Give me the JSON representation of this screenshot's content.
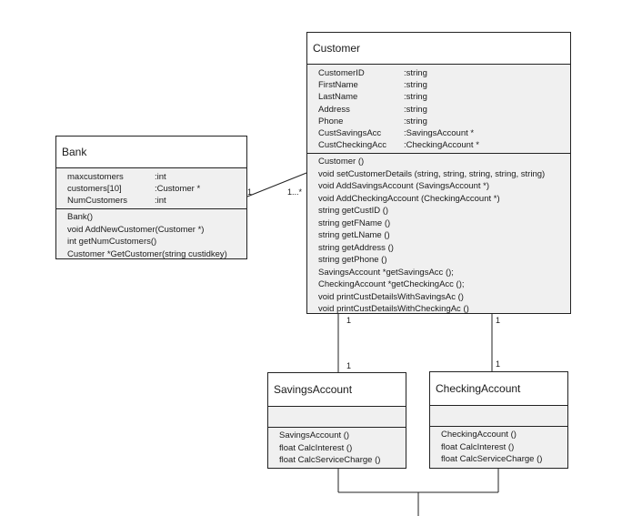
{
  "customer": {
    "title": "Customer",
    "attributes": [
      {
        "name": "CustomerID",
        "type": ":string"
      },
      {
        "name": "FirstName",
        "type": ":string"
      },
      {
        "name": "LastName",
        "type": ":string"
      },
      {
        "name": "Address",
        "type": ":string"
      },
      {
        "name": "Phone",
        "type": ":string"
      },
      {
        "name": "CustSavingsAcc",
        "type": ":SavingsAccount *"
      },
      {
        "name": "CustCheckingAcc",
        "type": ":CheckingAccount *"
      }
    ],
    "operations": [
      "Customer ()",
      "void setCustomerDetails (string, string, string, string, string)",
      "void AddSavingsAccount (SavingsAccount *)",
      "void AddCheckingAccount (CheckingAccount *)",
      "string getCustID ()",
      "string getFName ()",
      "string getLName ()",
      "string getAddress ()",
      "string getPhone ()",
      "SavingsAccount *getSavingsAcc ();",
      "CheckingAccount *getCheckingAcc ();",
      "void printCustDetailsWithSavingsAc ()",
      "void printCustDetailsWithCheckingAc ()"
    ]
  },
  "bank": {
    "title": "Bank",
    "attributes": [
      {
        "name": "maxcustomers",
        "type": ":int"
      },
      {
        "name": "customers[10]",
        "type": ":Customer *"
      },
      {
        "name": "NumCustomers",
        "type": ":int"
      }
    ],
    "operations": [
      "Bank()",
      "void AddNewCustomer(Customer *)",
      "int getNumCustomers()",
      "Customer *GetCustomer(string custidkey)"
    ]
  },
  "savings": {
    "title": "SavingsAccount",
    "operations": [
      "SavingsAccount ()",
      "float CalcInterest ()",
      "float CalcServiceCharge ()"
    ]
  },
  "checking": {
    "title": "CheckingAccount",
    "operations": [
      "CheckingAccount ()",
      "float CalcInterest ()",
      "float CalcServiceCharge ()"
    ]
  },
  "multiplicities": {
    "bank_end": "1",
    "customer_end_bank": "1...*",
    "customer_to_savings_top": "1",
    "savings_top": "1",
    "customer_to_checking_top": "1",
    "checking_top": "1"
  }
}
